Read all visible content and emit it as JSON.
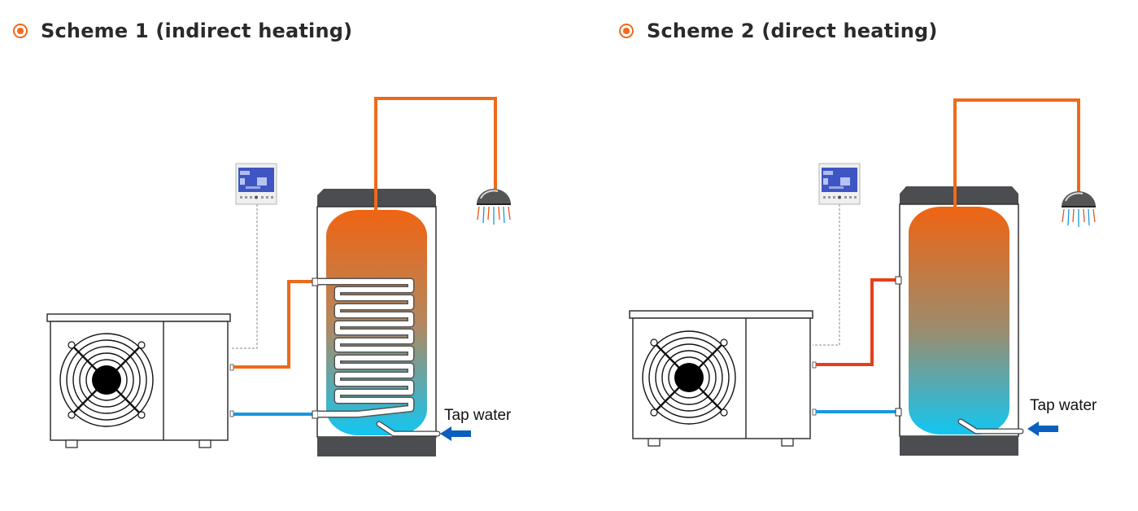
{
  "scheme1": {
    "title": "Scheme 1 (indirect heating)",
    "tap_label": "Tap water"
  },
  "scheme2": {
    "title": "Scheme 2 (direct heating)",
    "tap_label": "Tap water"
  },
  "colors": {
    "accent": "#f06a1e",
    "hot_pipe": "#ee6a1b",
    "direct_hot_pipe": "#e5401c",
    "cold_pipe": "#1a96e0",
    "inflow_arrow": "#0a5fbf",
    "tank_top": "#f06412",
    "tank_bottom": "#12c6f2"
  },
  "icons": [
    "radio-bullet-icon",
    "fan-icon",
    "thermostat-icon",
    "shower-head-icon",
    "arrow-left-icon"
  ]
}
